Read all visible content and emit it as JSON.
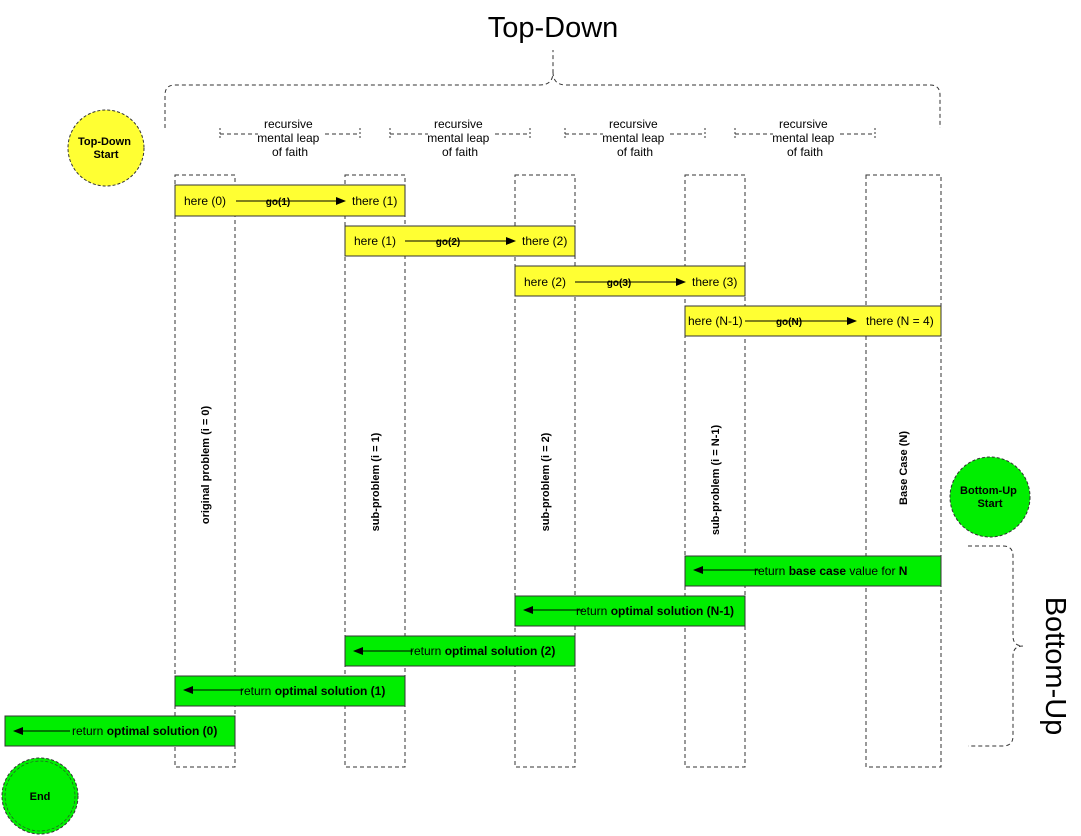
{
  "title": "Top-Down",
  "side_title": "Bottom-Up",
  "colors": {
    "yellow": "#ffff33",
    "green": "#00ee00",
    "stroke": "#333333"
  },
  "nodes": {
    "top_down_start": [
      "Top-Down",
      "Start"
    ],
    "bottom_up_start": [
      "Bottom-Up",
      "Start"
    ],
    "end": "End"
  },
  "leap_label": [
    "recursive",
    "mental leap",
    "of faith"
  ],
  "columns": [
    "original problem (i = 0)",
    "sub-problem (i = 1)",
    "sub-problem (i = 2)",
    "sub-problem (i = N-1)",
    "Base Case (N)"
  ],
  "steps": [
    {
      "here": "here (0)",
      "go": "go(1)",
      "there": "there (1)"
    },
    {
      "here": "here (1)",
      "go": "go(2)",
      "there": "there (2)"
    },
    {
      "here": "here (2)",
      "go": "go(3)",
      "there": "there (3)"
    },
    {
      "here": "here (N-1)",
      "go": "go(N)",
      "there": "there (N = 4)"
    }
  ],
  "returns": [
    {
      "prefix": "return ",
      "bold": "base case",
      "middle": " value for ",
      "bold2": "N"
    },
    {
      "prefix": "return ",
      "bold": "optimal solution (N-1)"
    },
    {
      "prefix": "return ",
      "bold": "optimal solution (2)"
    },
    {
      "prefix": "return ",
      "bold": "optimal solution (1)"
    },
    {
      "prefix": "return ",
      "bold": "optimal solution (0)"
    }
  ]
}
